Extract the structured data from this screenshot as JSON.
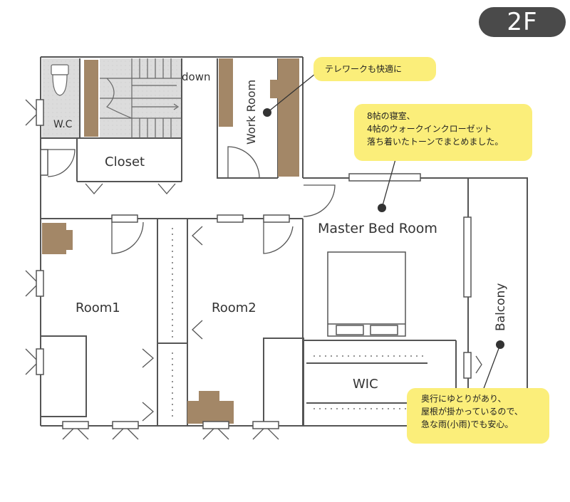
{
  "floor_badge": "2F",
  "labels": {
    "down": "down",
    "wc": "W.C",
    "closet": "Closet",
    "work_room": "Work Room",
    "master_bed_room": "Master Bed Room",
    "room1": "Room1",
    "room2": "Room2",
    "wic": "WIC",
    "balcony": "Balcony"
  },
  "notes": {
    "telework": [
      "テレワークも快適に"
    ],
    "bedroom": [
      "8帖の寝室、",
      "4帖のウォークインクローゼット",
      "落ち着いたトーンでまとめました。"
    ],
    "balcony": [
      "奥行にゆとりがあり、",
      "屋根が掛かっているので、",
      "急な雨(小雨)でも安心。"
    ]
  },
  "colors": {
    "wall": "#555555",
    "wood": "#a38767",
    "note_bg": "#fbee7a",
    "badge_bg": "#4a4a4a",
    "stair_floor": "#e0e0e0"
  }
}
